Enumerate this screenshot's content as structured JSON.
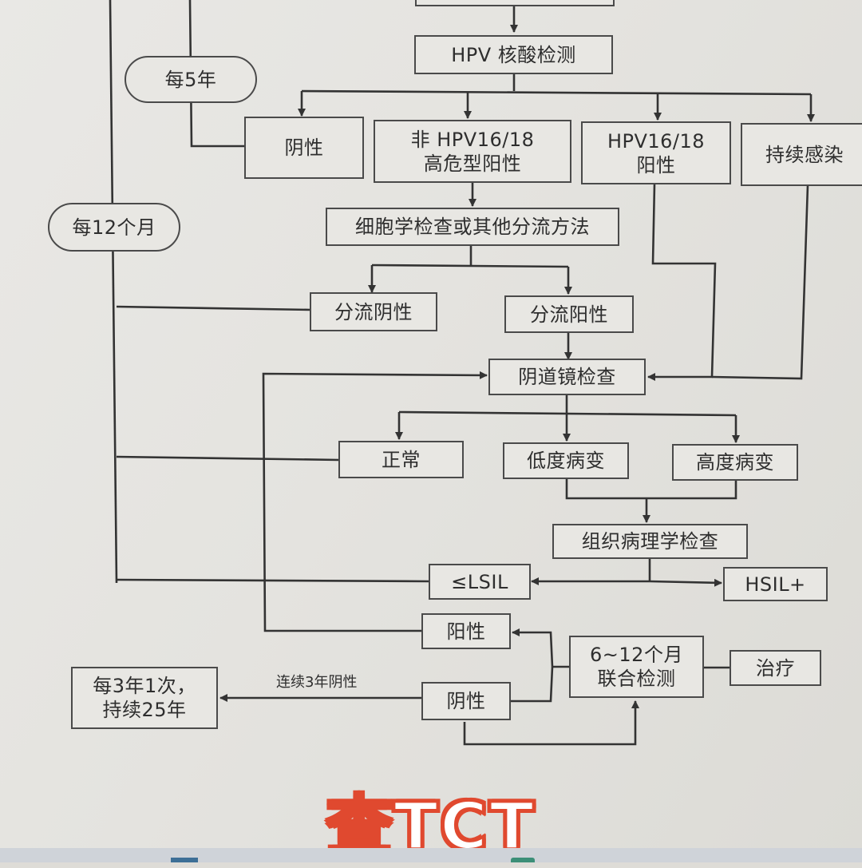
{
  "flowchart": {
    "hpv_test": "HPV 核酸检测",
    "interval_5y": "每5年",
    "interval_12m": "每12个月",
    "negative": "阴性",
    "non1618_positive": "非 HPV16/18\n高危型阳性",
    "hpv1618_positive": "HPV16/18\n阳性",
    "persistent_infection": "持续感染",
    "cytology_triage": "细胞学检查或其他分流方法",
    "triage_negative": "分流阴性",
    "triage_positive": "分流阳性",
    "colposcopy": "阴道镜检查",
    "normal": "正常",
    "low_grade": "低度病变",
    "high_grade": "高度病变",
    "histopathology": "组织病理学检查",
    "lsil": "≤LSIL",
    "hsil": "HSIL+",
    "cotest_positive": "阳性",
    "cotest": "6~12个月\n联合检测",
    "treatment": "治疗",
    "cotest_negative": "阴性",
    "three_year_note": "连续3年阴性",
    "final_interval": "每3年1次，\n持续25年"
  },
  "overlay": {
    "caption": "查TCT"
  },
  "colors": {
    "line": "#333333",
    "box_border": "#4a4a4a",
    "caption_fill": "#ffffff",
    "caption_stroke": "#e0492f"
  }
}
